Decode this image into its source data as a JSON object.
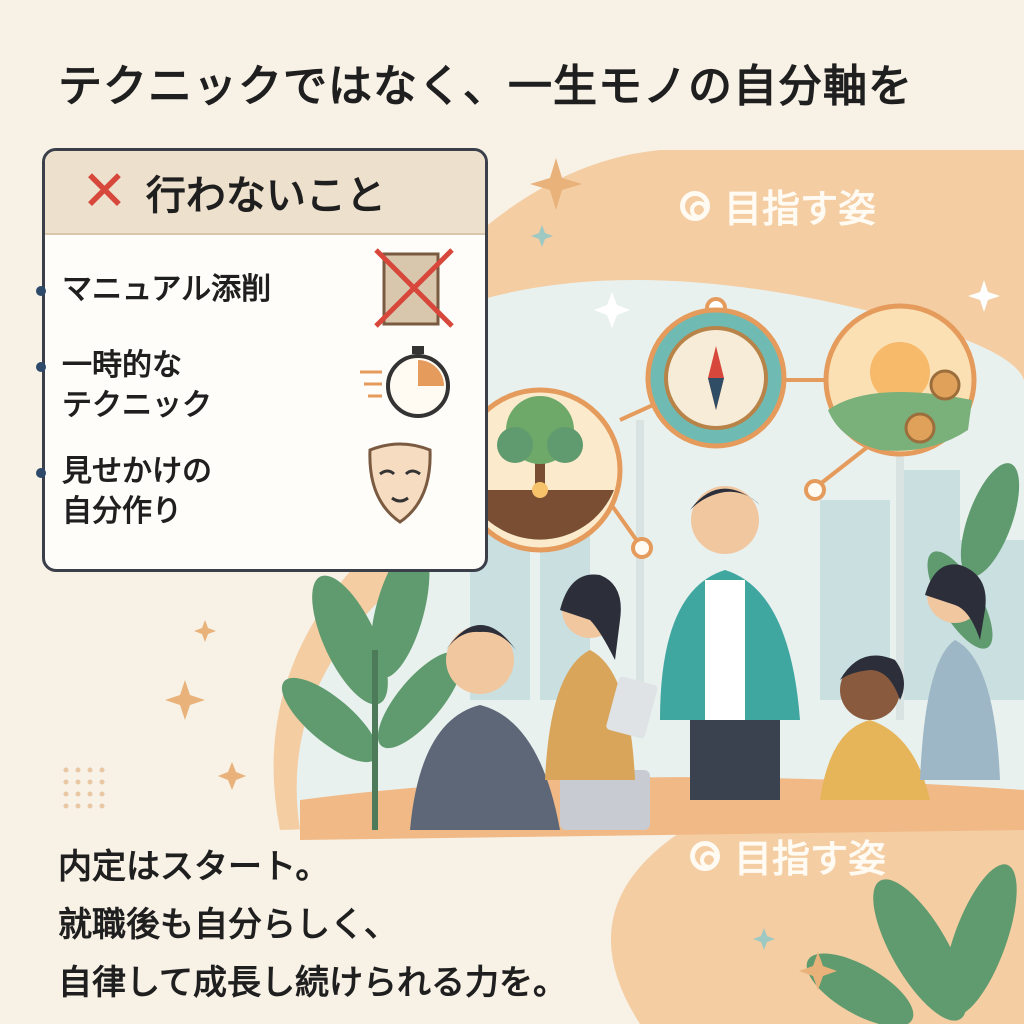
{
  "header": {
    "title": "テクニックではなく、一生モノの自分軸を"
  },
  "avoid_card": {
    "icon": "x-mark-icon",
    "title": "行わないこと",
    "items": [
      {
        "line1": "マニュアル添削",
        "line2": "",
        "icon": "crossed-book-icon"
      },
      {
        "line1": "一時的な",
        "line2": "テクニック",
        "icon": "stopwatch-icon"
      },
      {
        "line1": "見せかけの",
        "line2": "自分作り",
        "icon": "mask-icon"
      }
    ]
  },
  "goal_banner_top": {
    "icon": "target-ring-icon",
    "label": "目指す姿"
  },
  "goal_banner_bottom": {
    "icon": "target-ring-icon",
    "label": "目指す姿"
  },
  "footer_message": {
    "line1": "内定はスタート。",
    "line2": "就職後も自分らしく、",
    "line3": "自律して成長し続けられる力を。"
  },
  "colors": {
    "accent_orange": "#e59b5c",
    "teal": "#5fa9a0",
    "cross_red": "#d7473b",
    "background": "#f7f1e6"
  }
}
